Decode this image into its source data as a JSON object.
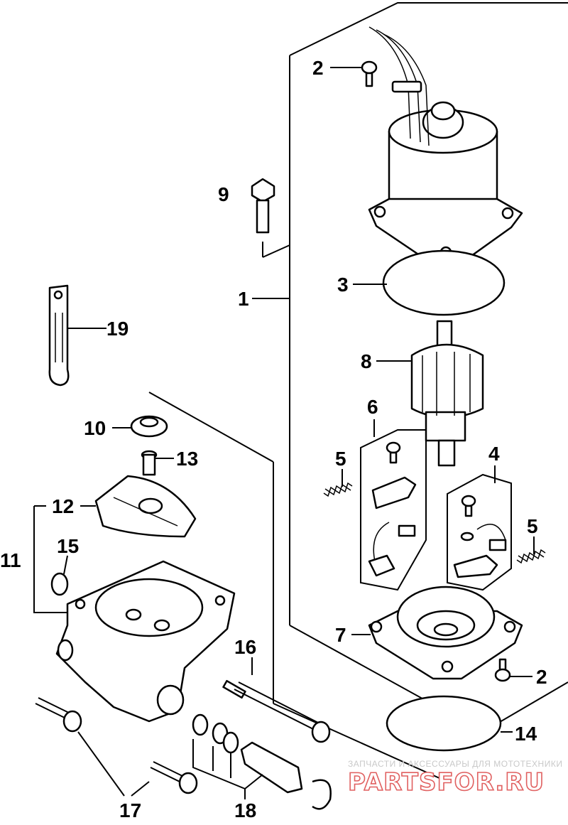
{
  "callouts": {
    "c1": "1",
    "c2a": "2",
    "c2b": "2",
    "c3": "3",
    "c4": "4",
    "c5a": "5",
    "c5b": "5",
    "c6": "6",
    "c7": "7",
    "c8": "8",
    "c9": "9",
    "c10": "10",
    "c11": "11",
    "c12": "12",
    "c13": "13",
    "c14": "14",
    "c15": "15",
    "c16": "16",
    "c17": "17",
    "c18": "18",
    "c19": "19"
  },
  "watermark": {
    "caption": "ЗАПЧАСТИ И АКСЕССУАРЫ ДЛЯ МОТОТЕХНИКИ",
    "brand": "PARTSFOR.RU"
  }
}
